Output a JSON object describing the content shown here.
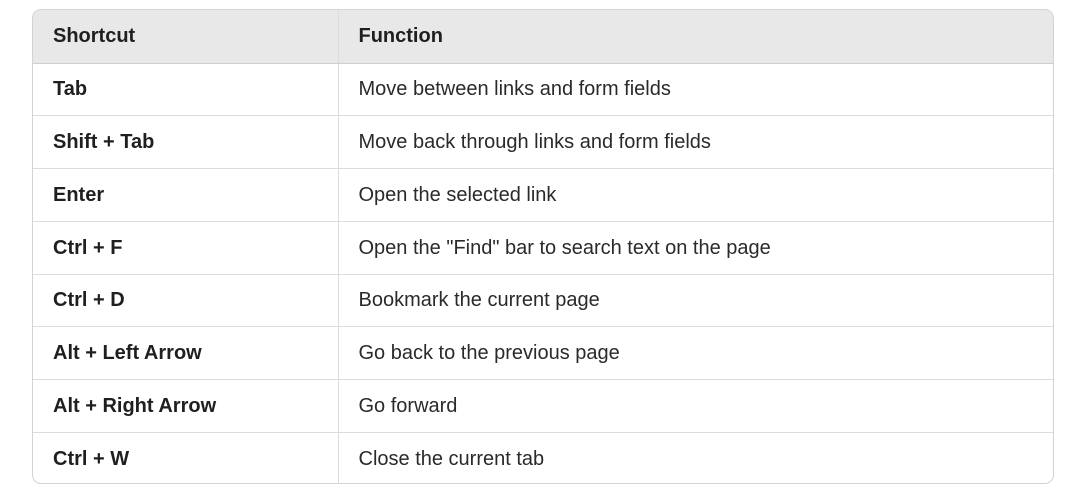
{
  "table": {
    "headers": [
      "Shortcut",
      "Function"
    ],
    "rows": [
      {
        "shortcut": "Tab",
        "function": "Move between links and form fields"
      },
      {
        "shortcut": "Shift + Tab",
        "function": "Move back through links and form fields"
      },
      {
        "shortcut": "Enter",
        "function": "Open the selected link"
      },
      {
        "shortcut": "Ctrl + F",
        "function": "Open the \"Find\" bar to search text on the page"
      },
      {
        "shortcut": "Ctrl + D",
        "function": "Bookmark the current page"
      },
      {
        "shortcut": "Alt + Left Arrow",
        "function": "Go back to the previous page"
      },
      {
        "shortcut": "Alt + Right Arrow",
        "function": "Go forward"
      },
      {
        "shortcut": "Ctrl + W",
        "function": "Close the current tab"
      }
    ]
  }
}
